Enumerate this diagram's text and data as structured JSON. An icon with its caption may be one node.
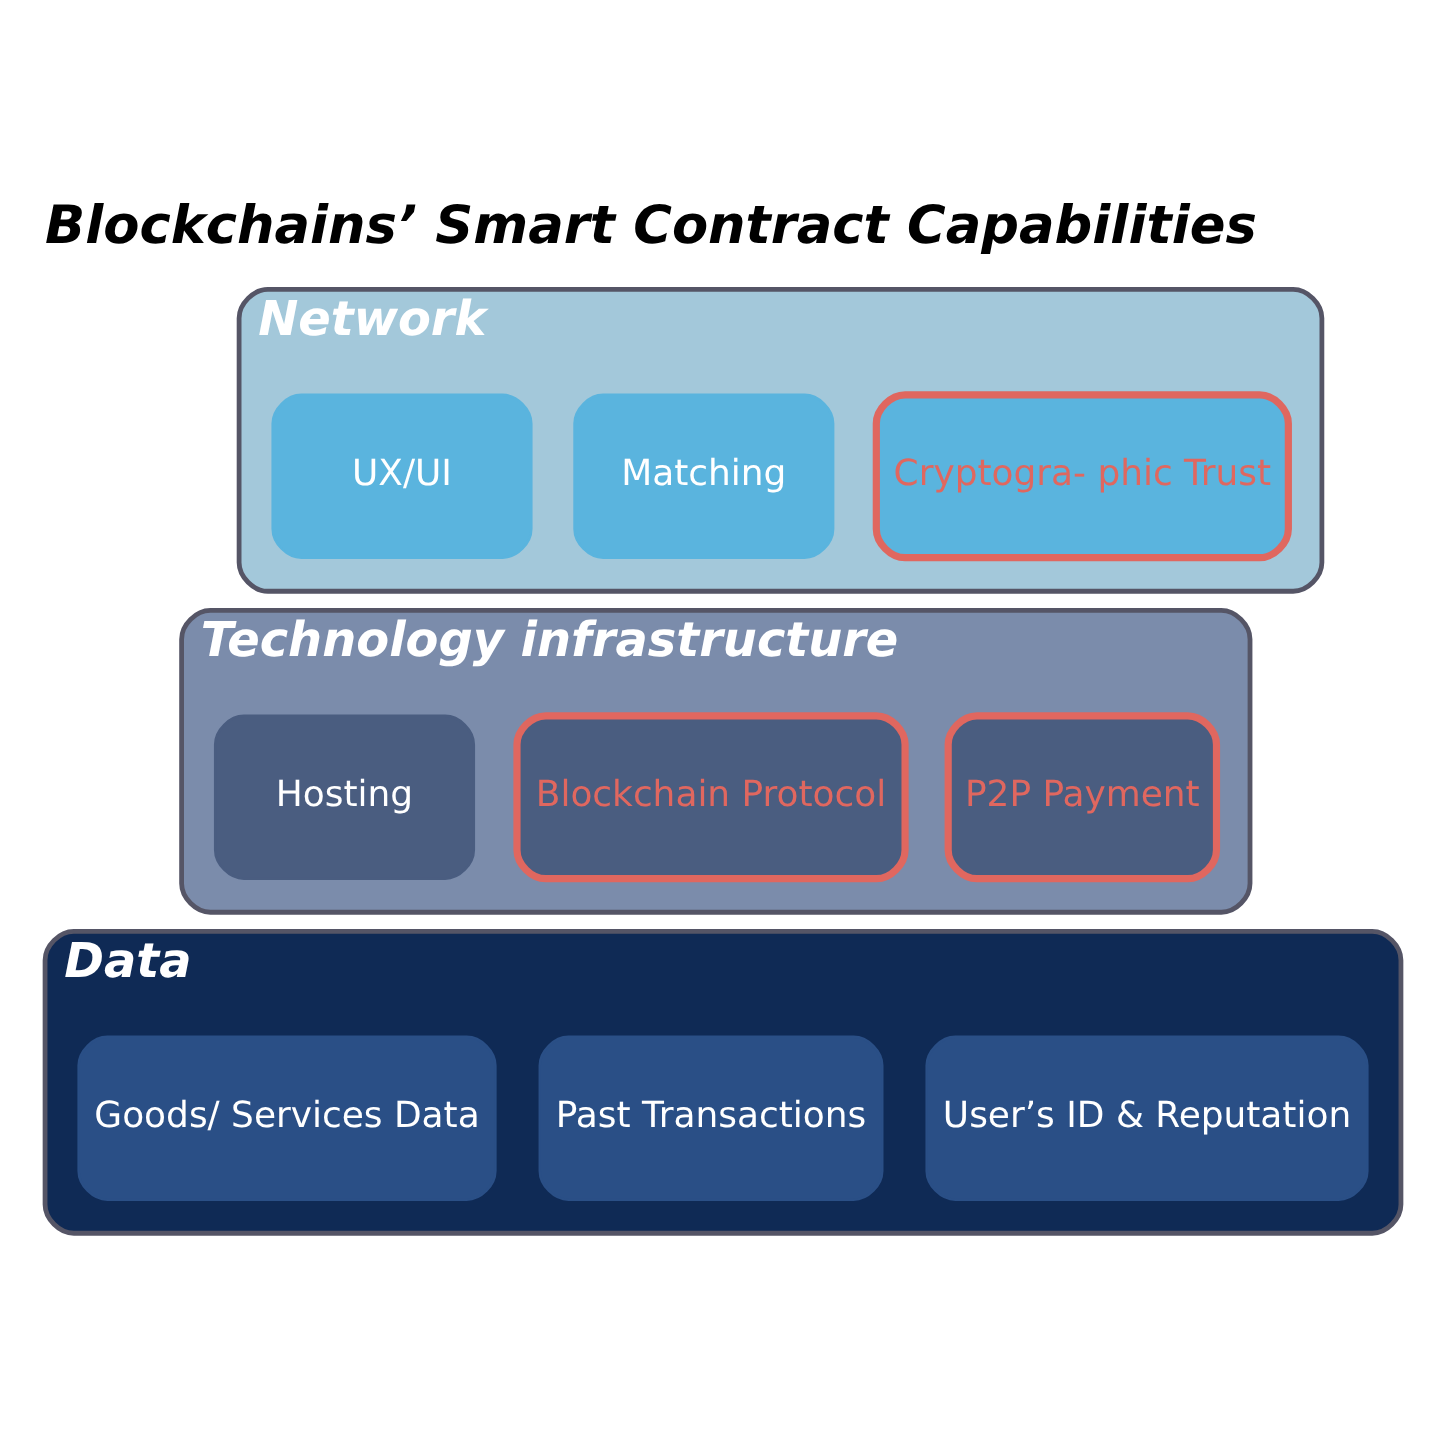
{
  "diagram": {
    "title": "Blockchains’ Smart Contract Capabilities",
    "nodes": [
      {
        "text": [
          "Network"
        ]
      },
      {
        "text": [
          "Cryptogra- phic Trust"
        ],
        "in": 0
      },
      {
        "text": [
          "Matching"
        ],
        "in": 0
      },
      {
        "text": [
          "UX/UI"
        ],
        "in": 0
      },
      {
        "text": [
          "Technology infrastructure"
        ]
      },
      {
        "text": [
          "P2P Payment"
        ],
        "in": 4
      },
      {
        "text": [
          "Blockchain Protocol"
        ],
        "in": 4
      },
      {
        "text": [
          "Hosting"
        ],
        "in": 4
      },
      {
        "text": [
          "Data"
        ]
      },
      {
        "text": [
          "User’s ID & Reputation"
        ],
        "in": 8
      },
      {
        "text": [
          "Past Transactions"
        ],
        "in": 8
      },
      {
        "text": [
          "Goods/ Services Data"
        ],
        "in": 8
      }
    ],
    "edges": []
  }
}
